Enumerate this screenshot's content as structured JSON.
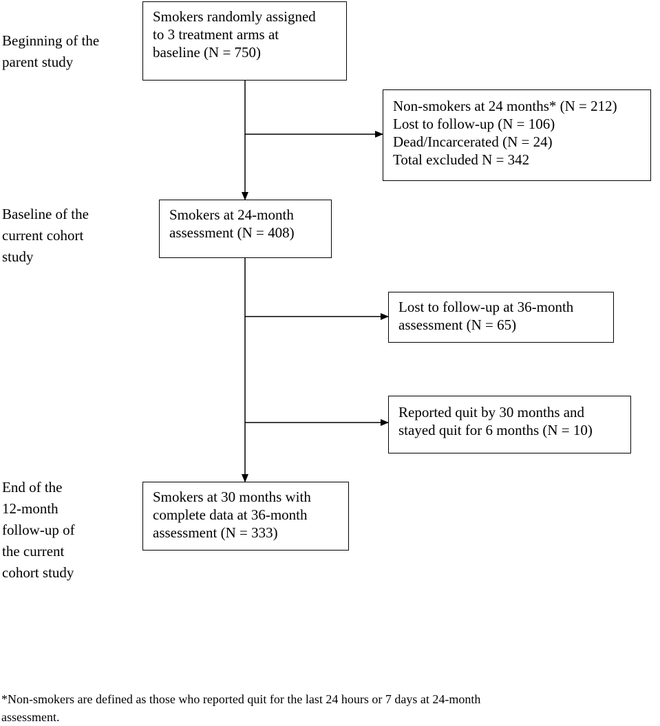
{
  "stages": {
    "beginning": [
      "Beginning of the",
      "parent study"
    ],
    "baseline": [
      "Baseline of the",
      "current cohort",
      "study"
    ],
    "end": [
      "End of the",
      "12-month",
      "follow-up of",
      "the current",
      "cohort study"
    ]
  },
  "boxes": {
    "randomized": [
      "Smokers randomly assigned",
      "to 3 treatment arms at",
      "baseline (N = 750)"
    ],
    "excluded": [
      "Non-smokers at 24 months* (N = 212)",
      "Lost to follow-up (N = 106)",
      "Dead/Incarcerated (N = 24)",
      "Total excluded N = 342"
    ],
    "smokers_24": [
      "Smokers at 24-month",
      "assessment (N = 408)"
    ],
    "lost_36": [
      "Lost to follow-up at 36-month",
      "assessment (N = 65)"
    ],
    "quit_30": [
      "Reported quit by 30 months and",
      "stayed quit for 6 months (N = 10)"
    ],
    "final": [
      "Smokers at 30 months with",
      "complete data at 36-month",
      "assessment (N = 333)"
    ]
  },
  "footnote": [
    "*Non-smokers are defined as those who reported quit for the last 24 hours or 7 days at 24-month",
    "assessment."
  ]
}
